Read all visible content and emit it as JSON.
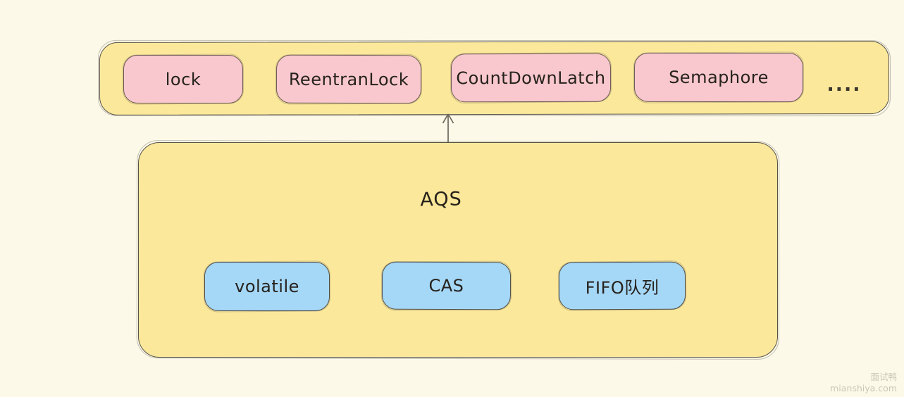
{
  "diagram": {
    "top_group": {
      "items": [
        {
          "label": "lock"
        },
        {
          "label": "ReentranLock"
        },
        {
          "label": "CountDownLatch"
        },
        {
          "label": "Semaphore"
        }
      ],
      "more_label": "....",
      "fill_color": "#FBE89A",
      "item_fill_color": "#F8C8CE"
    },
    "aqs_group": {
      "title": "AQS",
      "fill_color": "#FBE89A",
      "item_fill_color": "#A5D7F7",
      "items": [
        {
          "label": "volatile"
        },
        {
          "label": "CAS"
        },
        {
          "label": "FIFO队列"
        }
      ]
    },
    "arrow": {
      "direction": "up"
    },
    "colors": {
      "background": "#FDF9E9",
      "stroke": "#57534A",
      "text": "#26221C"
    }
  },
  "watermark": {
    "brand": "面试鸭",
    "site": "mianshiya.com"
  }
}
